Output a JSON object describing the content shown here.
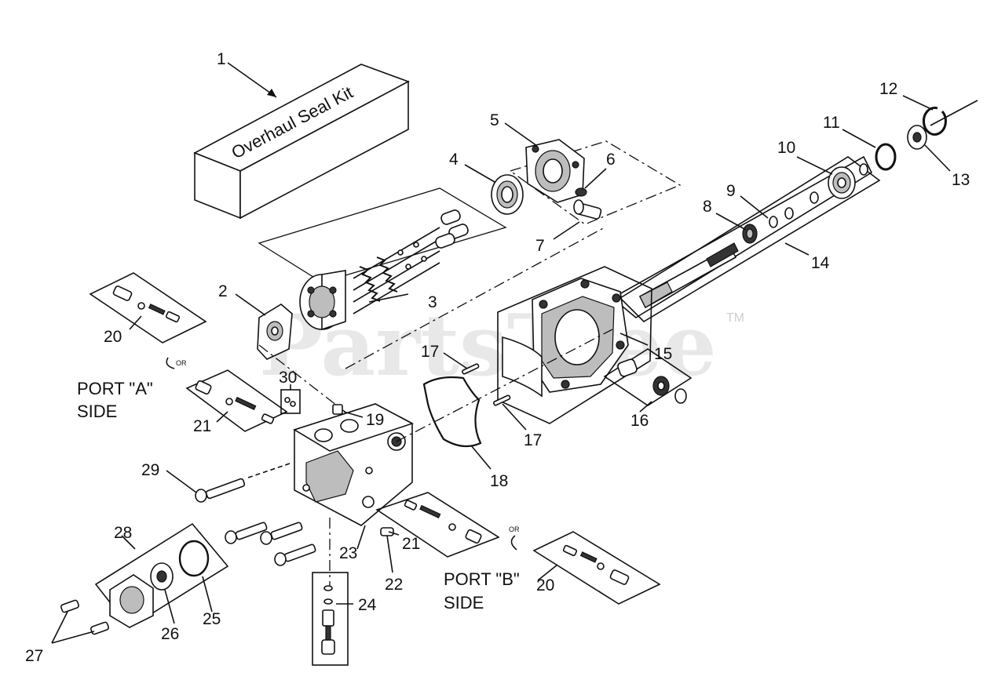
{
  "kit_box_label": "Overhaul Seal Kit",
  "watermark": "PartsTree",
  "watermark_tm": "TM",
  "port_a_label_line1": "PORT \"A\"",
  "port_a_label_line2": "SIDE",
  "port_b_label_line1": "PORT \"B\"",
  "port_b_label_line2": "SIDE",
  "or_a": "OR",
  "or_b": "OR",
  "callouts": {
    "c1": "1",
    "c2": "2",
    "c3": "3",
    "c4": "4",
    "c5": "5",
    "c6": "6",
    "c7": "7",
    "c8": "8",
    "c9": "9",
    "c10": "10",
    "c11": "11",
    "c12": "12",
    "c13": "13",
    "c14": "14",
    "c15": "15",
    "c16": "16",
    "c17a": "17",
    "c17b": "17",
    "c18": "18",
    "c19": "19",
    "c20a": "20",
    "c20b": "20",
    "c21a": "21",
    "c21b": "21",
    "c22": "22",
    "c23": "23",
    "c24": "24",
    "c25": "25",
    "c26": "26",
    "c27": "27",
    "c28": "28",
    "c29": "29",
    "c30": "30"
  }
}
